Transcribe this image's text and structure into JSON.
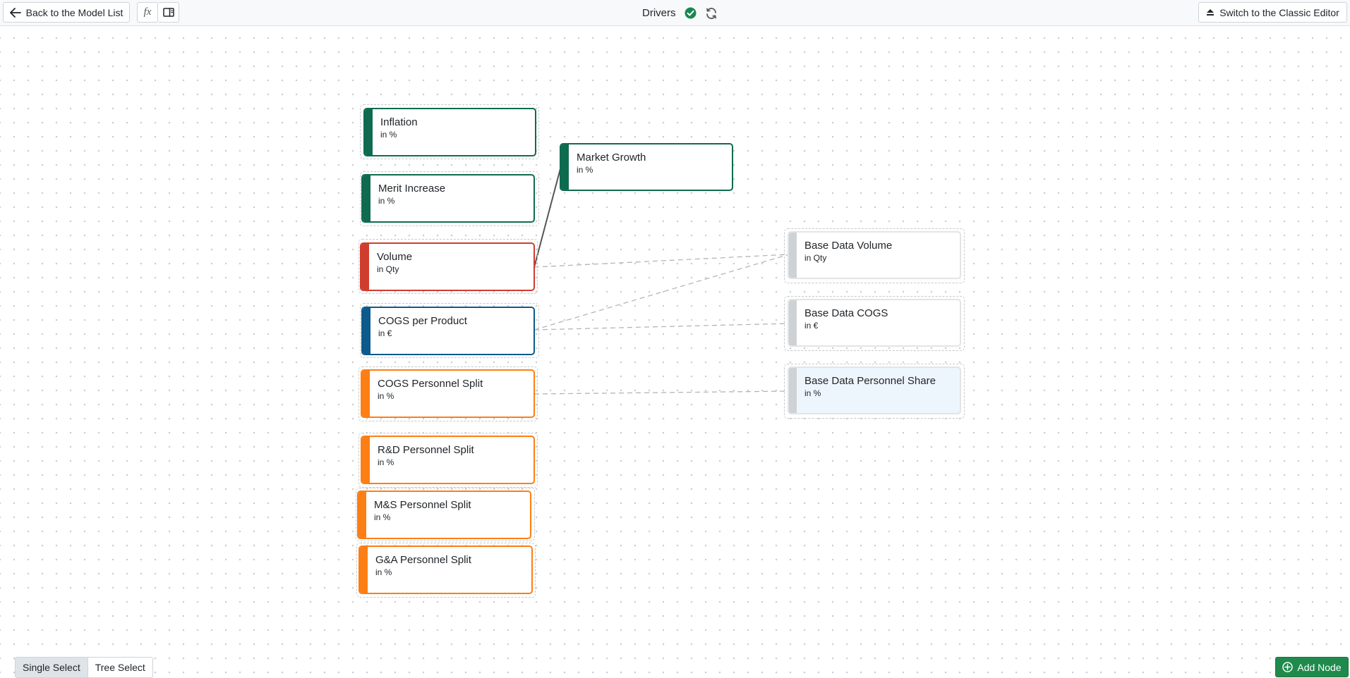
{
  "header": {
    "back_label": "Back to the Model List",
    "title": "Drivers",
    "classic_label": "Switch to the Classic Editor"
  },
  "nodes": [
    {
      "id": "inflation",
      "name": "Inflation",
      "unit": "in %",
      "color": "#0f6b4f"
    },
    {
      "id": "merit",
      "name": "Merit Increase",
      "unit": "in %",
      "color": "#0f6b4f"
    },
    {
      "id": "volume",
      "name": "Volume",
      "unit": "in Qty",
      "color": "#cf3d2e"
    },
    {
      "id": "cogs",
      "name": "COGS per Product",
      "unit": "in €",
      "color": "#0d5a8c"
    },
    {
      "id": "cogssplit",
      "name": "COGS Personnel Split",
      "unit": "in %",
      "color": "#fd7e14"
    },
    {
      "id": "rdsplit",
      "name": "R&D Personnel Split",
      "unit": "in %",
      "color": "#fd7e14"
    },
    {
      "id": "mssplit",
      "name": "M&S Personnel Split",
      "unit": "in %",
      "color": "#fd7e14"
    },
    {
      "id": "gasplit",
      "name": "G&A Personnel Split",
      "unit": "in %",
      "color": "#fd7e14"
    },
    {
      "id": "market",
      "name": "Market Growth",
      "unit": "in %",
      "color": "#0f6b4f"
    },
    {
      "id": "bdvol",
      "name": "Base Data Volume",
      "unit": "in Qty",
      "color": "#cfd2d5"
    },
    {
      "id": "bdcogs",
      "name": "Base Data COGS",
      "unit": "in €",
      "color": "#cfd2d5"
    },
    {
      "id": "bdpers",
      "name": "Base Data Personnel Share",
      "unit": "in %",
      "color": "#cfd2d5"
    }
  ],
  "footer": {
    "single_select": "Single Select",
    "tree_select": "Tree Select",
    "add_node": "Add Node"
  },
  "colors": {
    "accent_green": "#1f8a4c",
    "status_ok": "#198754"
  }
}
